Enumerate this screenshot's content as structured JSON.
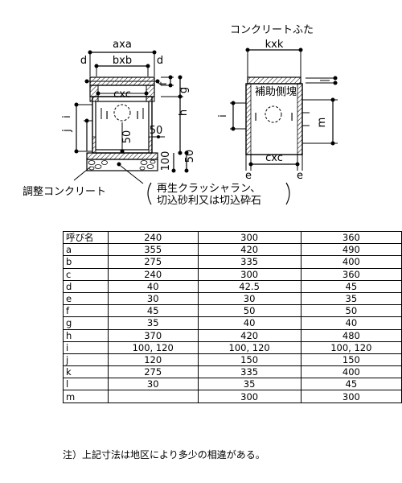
{
  "drawing": {
    "top_dims": {
      "a": "axa",
      "b": "bxb",
      "d": "d",
      "c": "cxc",
      "f": "f",
      "g": "g",
      "h": "h",
      "i": "i",
      "j": "j",
      "l": "l",
      "fifty_1": "50",
      "fifty_2": "50",
      "hundred": "100"
    },
    "right_dims": {
      "lid_title": "コンクリートふた",
      "k": "kxk",
      "side_block": "補助側塊",
      "i": "i",
      "l": "l",
      "m": "m",
      "c": "cxc",
      "e": "e"
    },
    "label_adjust": "調整コンクリート",
    "label_gravel_1": "再生クラッシャラン、",
    "label_gravel_2": "切込砂利又は切込砕石"
  },
  "table": {
    "headers": [
      "呼び名",
      "240",
      "300",
      "360"
    ],
    "rows": [
      [
        "a",
        "355",
        "420",
        "490"
      ],
      [
        "b",
        "275",
        "335",
        "400"
      ],
      [
        "c",
        "240",
        "300",
        "360"
      ],
      [
        "d",
        "40",
        "42.5",
        "45"
      ],
      [
        "e",
        "30",
        "30",
        "35"
      ],
      [
        "f",
        "45",
        "50",
        "50"
      ],
      [
        "g",
        "35",
        "40",
        "40"
      ],
      [
        "h",
        "370",
        "420",
        "480"
      ],
      [
        "i",
        "100, 120",
        "100, 120",
        "100, 120"
      ],
      [
        "j",
        "120",
        "150",
        "150"
      ],
      [
        "k",
        "275",
        "335",
        "400"
      ],
      [
        "l",
        "30",
        "35",
        "45"
      ],
      [
        "m",
        "",
        "300",
        "300"
      ]
    ]
  },
  "footnote": "注）上記寸法は地区により多少の相違がある。"
}
